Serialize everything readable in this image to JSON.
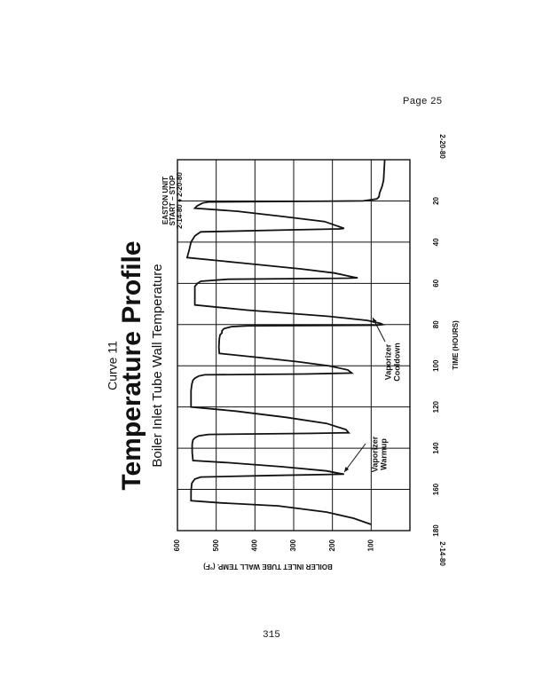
{
  "page": {
    "label": "Page 25",
    "footer": "315"
  },
  "chart_data": {
    "type": "line",
    "curve_label": "Curve 11",
    "title": "Temperature Profile",
    "subtitle": "Boiler Inlet Tube Wall Temperature",
    "unit_block": [
      "EASTON UNIT",
      "START – STOP",
      "2-14-80 ♦ 2-20-80"
    ],
    "xlabel": "TIME (HOURS)",
    "ylabel": "BOILER INLET TUBE WALL TEMP. (°F)",
    "xlim": [
      0,
      180
    ],
    "ylim": [
      0,
      600
    ],
    "x_ticks": [
      20,
      40,
      60,
      80,
      100,
      120,
      140,
      160,
      180
    ],
    "y_ticks": [
      100,
      200,
      300,
      400,
      500,
      600
    ],
    "start_date": "2-14-80",
    "end_date": "2-20-80",
    "grid": true,
    "annotations": [
      {
        "text": [
          "Vaporizer",
          "Warmup"
        ],
        "x": 38,
        "y": 200
      },
      {
        "text": [
          "Vaporizer",
          "Cooldown"
        ],
        "x": 70,
        "y": 270
      }
    ],
    "series": [
      {
        "x": [
          0,
          10,
          13,
          16,
          18,
          19,
          20,
          20.5,
          21,
          22,
          22.5,
          23.5,
          25,
          27.5,
          30,
          32,
          33,
          33.3,
          33.6,
          34,
          35,
          37,
          40,
          44,
          47.5,
          50,
          53,
          55,
          57,
          57.3,
          57.5,
          58,
          59,
          60,
          61,
          61.5,
          62,
          64,
          68,
          70.5,
          73,
          76,
          78,
          79.5,
          80,
          80.3,
          80.6,
          81,
          82,
          83,
          84,
          85,
          87,
          91,
          94,
          96,
          98,
          100,
          102,
          103.5,
          104,
          104.4,
          105,
          106,
          107,
          109,
          112,
          117,
          120,
          122,
          125,
          128,
          131,
          132.5,
          132.8,
          133.3,
          134,
          135,
          136,
          138,
          142,
          146,
          147,
          149,
          151,
          152.3,
          152.6,
          153.2,
          154,
          155,
          157,
          161,
          165.5,
          166.5,
          168,
          171,
          174,
          177
        ],
        "values": [
          65,
          68,
          72,
          78,
          80,
          85,
          120,
          520,
          535,
          545,
          550,
          555,
          445,
          330,
          220,
          190,
          175,
          170,
          180,
          300,
          540,
          555,
          565,
          570,
          575,
          440,
          280,
          195,
          145,
          135,
          160,
          470,
          540,
          548,
          553,
          555,
          555,
          555,
          555,
          555,
          420,
          210,
          110,
          75,
          70,
          85,
          420,
          460,
          480,
          485,
          485,
          490,
          492,
          493,
          492,
          390,
          290,
          210,
          160,
          150,
          270,
          530,
          545,
          555,
          560,
          563,
          565,
          565,
          565,
          450,
          320,
          215,
          165,
          158,
          250,
          520,
          545,
          555,
          560,
          562,
          562,
          560,
          470,
          330,
          215,
          180,
          170,
          350,
          540,
          555,
          563,
          565,
          565,
          490,
          340,
          215,
          145,
          100
        ]
      }
    ]
  }
}
